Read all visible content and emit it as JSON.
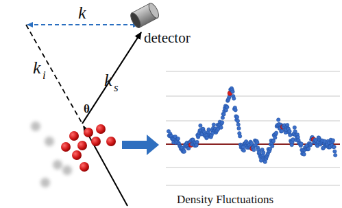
{
  "diagram": {
    "labels": [
      "k",
      "detector",
      "k",
      "i",
      "θ",
      "k",
      "s",
      "Density Fluctuations"
    ]
  }
}
